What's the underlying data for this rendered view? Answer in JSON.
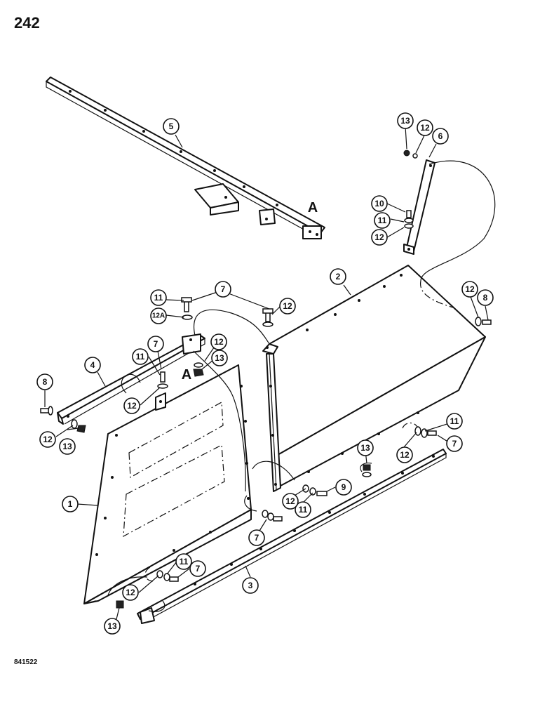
{
  "page": {
    "number": "242",
    "figure_code": "841522"
  },
  "reference_labels": [
    "A",
    "A"
  ],
  "callouts": {
    "c1": "1",
    "c2": "2",
    "c3": "3",
    "c4": "4",
    "c5": "5",
    "c6": "6",
    "c7a": "7",
    "c7b": "7",
    "c7c": "7",
    "c7d": "7",
    "c7e": "7",
    "c8a": "8",
    "c8b": "8",
    "c9": "9",
    "c10": "10",
    "c11a": "11",
    "c11b": "11",
    "c11c": "11",
    "c11d": "11",
    "c11e": "11",
    "c11f": "11",
    "c12a": "12",
    "c12b": "12",
    "c12c": "12",
    "c12d": "12",
    "c12e": "12",
    "c12f": "12",
    "c12g": "12",
    "c12h": "12",
    "c12i": "12",
    "c12j": "12",
    "c12A": "12A",
    "c13a": "13",
    "c13b": "13",
    "c13c": "13",
    "c13d": "13",
    "c13e": "13"
  }
}
